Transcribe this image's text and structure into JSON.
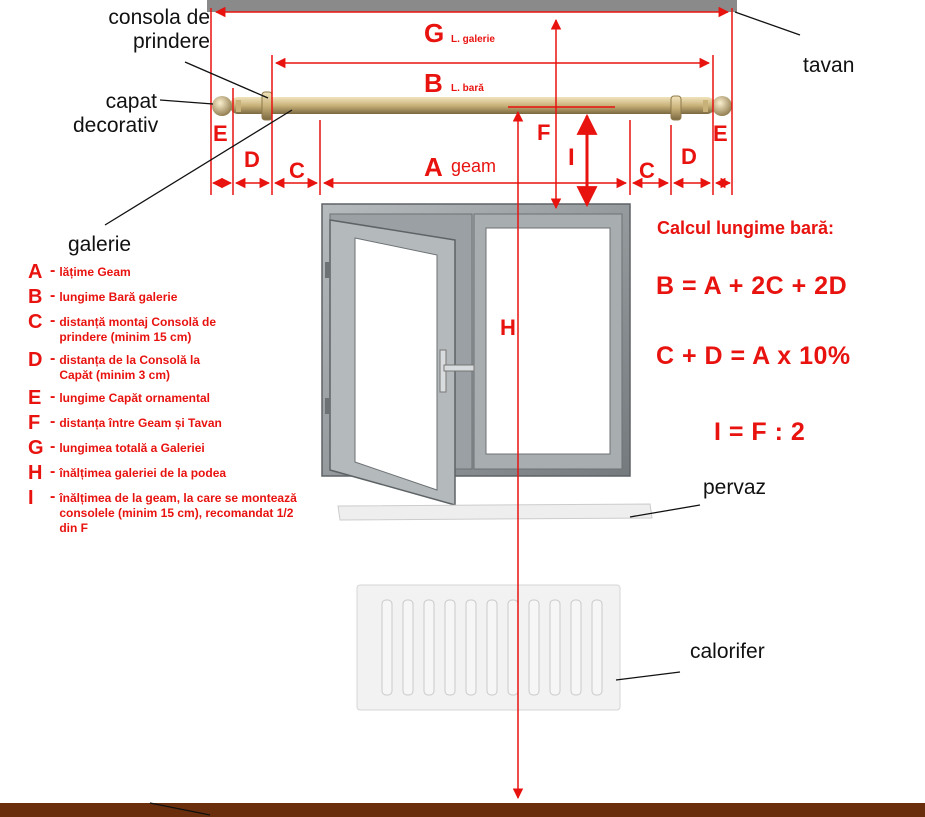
{
  "labels": {
    "consola": "consola de prindere",
    "consola_l1": "consola de",
    "consola_l2": "prindere",
    "tavan": "tavan",
    "capat_l1": "capat",
    "capat_l2": "decorativ",
    "galerie": "galerie",
    "pervaz": "pervaz",
    "calorifer": "calorifer"
  },
  "dimensions": {
    "G_letter": "G",
    "G_sub": "L. galerie",
    "B_letter": "B",
    "B_sub": "L. bară",
    "A_letter": "A",
    "A_sub": "geam",
    "C": "C",
    "D": "D",
    "E": "E",
    "F": "F",
    "I": "I",
    "H": "H"
  },
  "legend": [
    {
      "letter": "A",
      "text": "lățime Geam"
    },
    {
      "letter": "B",
      "text": "lungime Bară galerie"
    },
    {
      "letter": "C",
      "text": "distanță montaj Consolă de prindere (minim 15 cm)"
    },
    {
      "letter": "D",
      "text": "distanța de la Consolă la Capăt (minim 3 cm)"
    },
    {
      "letter": "E",
      "text": "lungime Capăt ornamental"
    },
    {
      "letter": "F",
      "text": "distanța între Geam și Tavan"
    },
    {
      "letter": "G",
      "text": "lungimea totală a Galeriei"
    },
    {
      "letter": "H",
      "text": "înălțimea galeriei de la podea"
    },
    {
      "letter": "I",
      "text": "înălțimea de la geam,  la care se montează consolele (minim 15 cm), recomandat 1/2 din F"
    }
  ],
  "formulas": {
    "title": "Calcul lungime bară:",
    "f1": "B = A + 2C + 2D",
    "f2": "C + D = A x 10%",
    "f3": "I = F : 2"
  },
  "colors": {
    "dimension": "#e8120f",
    "rod": "#c9b27a",
    "ceiling": "#8a8a8a",
    "window_frame": "#8f9598",
    "floor": "#6b2e0c"
  }
}
